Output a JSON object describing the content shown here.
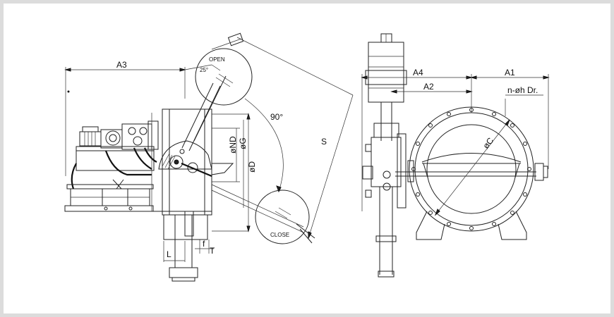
{
  "drawing": {
    "labels": {
      "a3": "A3",
      "open": "OPEN",
      "angle_open": "25°",
      "angle_swing": "90°",
      "s": "S",
      "nd": "øND",
      "g": "øG",
      "d": "øD",
      "close": "CLOSE",
      "l": "L",
      "f": "f",
      "t": "T",
      "a4": "A4",
      "a1": "A1",
      "a2": "A2",
      "holes": "n-øh Dr.",
      "c": "øC"
    }
  }
}
